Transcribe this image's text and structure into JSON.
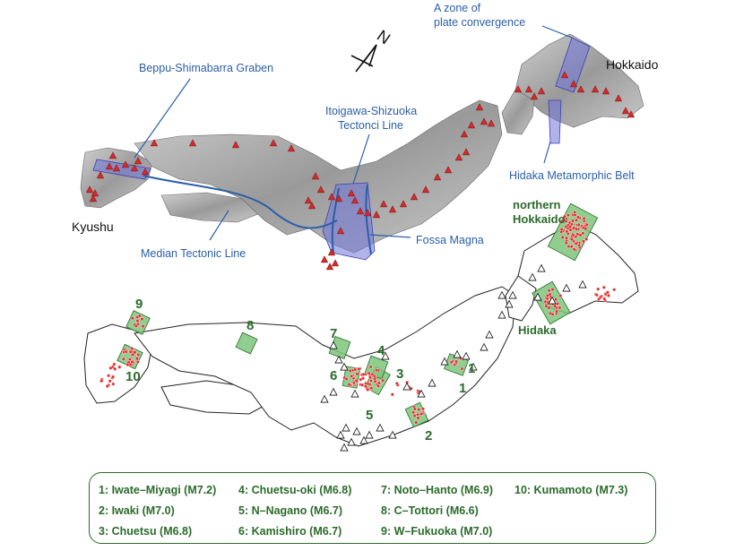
{
  "compass": {
    "letter": "N"
  },
  "labels": {
    "beppu": "Beppu-Shimabarra Graben",
    "itoigawa_1": "Itoigawa-Shizuoka",
    "itoigawa_2": "Tectonci Line",
    "plate_1": "A zone of",
    "plate_2": "plate convergence",
    "hokkaido": "Hokkaido",
    "hidaka_belt": "Hidaka Metamorphic Belt",
    "kyushu": "Kyushu",
    "median": "Median Tectonic Line",
    "fossa": "Fossa Magna",
    "northern_hokkaido_1": "northern",
    "northern_hokkaido_2": "Hokkaido",
    "hidaka": "Hidaka"
  },
  "numbers": [
    "1",
    "2",
    "3",
    "4",
    "5",
    "6",
    "7",
    "8",
    "9",
    "10"
  ],
  "legend": [
    "1: Iwate–Miyagi (M7.2)",
    "2: Iwaki (M7.0)",
    "3: Chuetsu (M6.8)",
    "4: Chuetsu-oki (M6.8)",
    "5: N–Nagano (M6.7)",
    "6: Kamishiro (M6.7)",
    "7: Noto–Hanto (M6.9)",
    "8: C–Tottori (M6.6)",
    "9: W–Fukuoka (M7.0)",
    "10: Kumamoto (M7.3)"
  ],
  "colors": {
    "label_blue": "#2a5ea8",
    "zone_blue": "#6f74d8",
    "volcano_red": "#d42a2a",
    "quake_green": "#7cc67c",
    "legend_green": "#2b6b2b"
  }
}
